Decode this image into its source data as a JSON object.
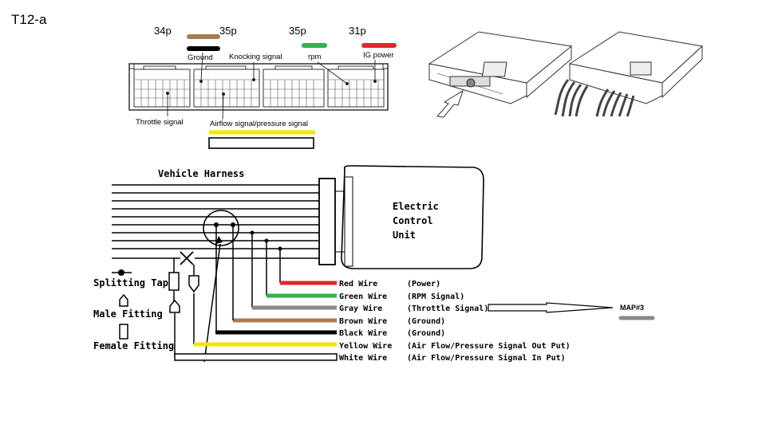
{
  "page_title": "T12-a",
  "colors": {
    "brown": "#a67c52",
    "black": "#000000",
    "green": "#2fb34a",
    "red": "#e3262b",
    "gray": "#8a8a8a",
    "yellow": "#f4e500",
    "white": "#ffffff"
  },
  "connector": {
    "pin_counts": [
      "34p",
      "35p",
      "35p",
      "31p"
    ],
    "labels": {
      "ground": "Ground",
      "knocking": "Knocking signal",
      "rpm": "rpm",
      "ig_power": "IG power",
      "throttle": "Throttle signal",
      "airflow": "Airflow signal/pressure signal"
    }
  },
  "harness": {
    "vehicle_harness": "Vehicle Harness",
    "ecu_lines": [
      "Electric",
      "Control",
      "Unit"
    ],
    "legend": {
      "splitting_tap": "Splitting Tap",
      "male_fitting": "Male Fitting",
      "female_fitting": "Female Fitting"
    },
    "wires": [
      {
        "name": "Red Wire",
        "desc": "(Power)",
        "color": "red"
      },
      {
        "name": "Green Wire",
        "desc": "(RPM Signal)",
        "color": "green"
      },
      {
        "name": "Gray Wire",
        "desc": "(Throttle Signal)",
        "color": "gray"
      },
      {
        "name": "Brown  Wire",
        "desc": "(Ground)",
        "color": "brown"
      },
      {
        "name": "Black Wire",
        "desc": "(Ground)",
        "color": "black"
      },
      {
        "name": "Yellow Wire",
        "desc": "(Air Flow/Pressure Signal Out Put)",
        "color": "yellow"
      },
      {
        "name": "White Wire",
        "desc": "(Air Flow/Pressure Signal In Put)",
        "color": "white"
      }
    ],
    "map_label": "MAP#3"
  }
}
